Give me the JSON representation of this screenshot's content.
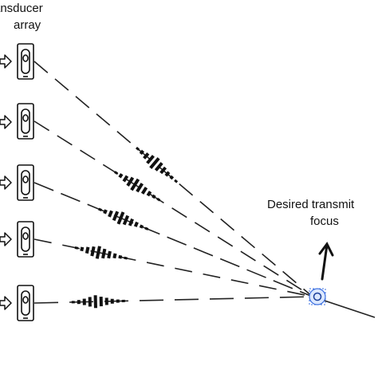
{
  "labels": {
    "array_title_line1": "ransducer",
    "array_title_line2": "array",
    "focus_line1": "Desired transmit",
    "focus_line2": "focus"
  },
  "elements": [
    "transducer-1",
    "transducer-2",
    "transducer-3",
    "transducer-4",
    "transducer-5"
  ],
  "pulses": [
    "pulse-1",
    "pulse-2",
    "pulse-3",
    "pulse-4",
    "pulse-5"
  ],
  "colors": {
    "ink": "#111111",
    "focus_marker": "#3b6fe0",
    "focus_fill": "#dce8ff"
  }
}
